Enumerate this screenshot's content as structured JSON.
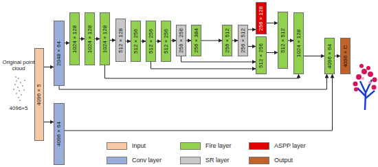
{
  "diagram": {
    "nodes": [
      {
        "text": [
          "4096 × 5"
        ]
      },
      {
        "text": [
          "2048 × 64"
        ]
      },
      {
        "text": [
          "4096 × 64"
        ]
      },
      {
        "text": [
          "1024 × 128"
        ]
      },
      {
        "text": [
          "1024 × 128"
        ]
      },
      {
        "text": [
          "1024 × 128"
        ]
      },
      {
        "text": [
          "512 × 128"
        ]
      },
      {
        "text": [
          "512 × 256"
        ]
      },
      {
        "text": [
          "512 × 256"
        ]
      },
      {
        "text": [
          "512 × 256"
        ]
      },
      {
        "text": [
          "256 × 256"
        ]
      },
      {
        "text": [
          "256 × 384"
        ]
      },
      {
        "text": [
          "256 × 512"
        ]
      },
      {
        "text": [
          "256 × 512"
        ]
      },
      {
        "text": [
          "256 × 128"
        ]
      },
      {
        "text": [
          "512 × 256"
        ]
      },
      {
        "text": [
          "512 × 512"
        ]
      },
      {
        "text": [
          "1024 × 128"
        ]
      },
      {
        "text": [
          "4096 × 64"
        ]
      },
      {
        "text": [
          "4096 × C"
        ]
      }
    ],
    "edges": [
      {
        "from": 0,
        "to": 1,
        "arrow": "to"
      },
      {
        "from": 0,
        "to": 2,
        "arrow": "to"
      },
      {
        "from": 1,
        "to": 3,
        "arrow": "to"
      },
      {
        "from": 3,
        "to": 4,
        "arrow": "to"
      },
      {
        "from": 4,
        "to": 5,
        "arrow": "to"
      },
      {
        "from": 5,
        "to": 6,
        "arrow": "to"
      },
      {
        "from": 6,
        "to": 7,
        "arrow": "to"
      },
      {
        "from": 7,
        "to": 8,
        "arrow": "to"
      },
      {
        "from": 8,
        "to": 9,
        "arrow": "to"
      },
      {
        "from": 9,
        "to": 10,
        "arrow": "to"
      },
      {
        "from": 10,
        "to": 11,
        "arrow": "to"
      },
      {
        "from": 11,
        "to": 12,
        "arrow": "to"
      },
      {
        "from": 12,
        "to": 13,
        "arrow": "to"
      },
      {
        "from": 13,
        "to": 14,
        "arrow": "to"
      },
      {
        "from": 13,
        "to": 15,
        "arrow": "to"
      },
      {
        "from": 14,
        "to": 16,
        "arrow": "to"
      },
      {
        "from": 15,
        "to": 16,
        "arrow": "to"
      },
      {
        "from": 16,
        "to": 17,
        "arrow": "to"
      },
      {
        "from": 17,
        "to": 18,
        "arrow": "to"
      },
      {
        "from": 18,
        "to": 19,
        "arrow": "to"
      },
      {
        "from": 1,
        "to": 18,
        "arrow": "to"
      },
      {
        "from": 2,
        "to": 18,
        "arrow": "to"
      },
      {
        "from": 5,
        "to": 17,
        "arrow": "to"
      },
      {
        "from": 8,
        "to": 15,
        "arrow": "to"
      },
      {
        "from": 10,
        "to": 15,
        "arrow": "to"
      }
    ],
    "labels": [
      "Original point cloud",
      "4096×5"
    ],
    "legend": [
      {
        "text": "Input",
        "color": "#f6c9a4"
      },
      {
        "text": "Fire layer",
        "color": "#92d050"
      },
      {
        "text": "ASPP layer",
        "color": "#e00000"
      },
      {
        "text": "Conv layer",
        "color": "#9aacdc"
      },
      {
        "text": "SR layer",
        "color": "#c8c8c8"
      },
      {
        "text": "Output",
        "color": "#c0622a"
      }
    ]
  }
}
